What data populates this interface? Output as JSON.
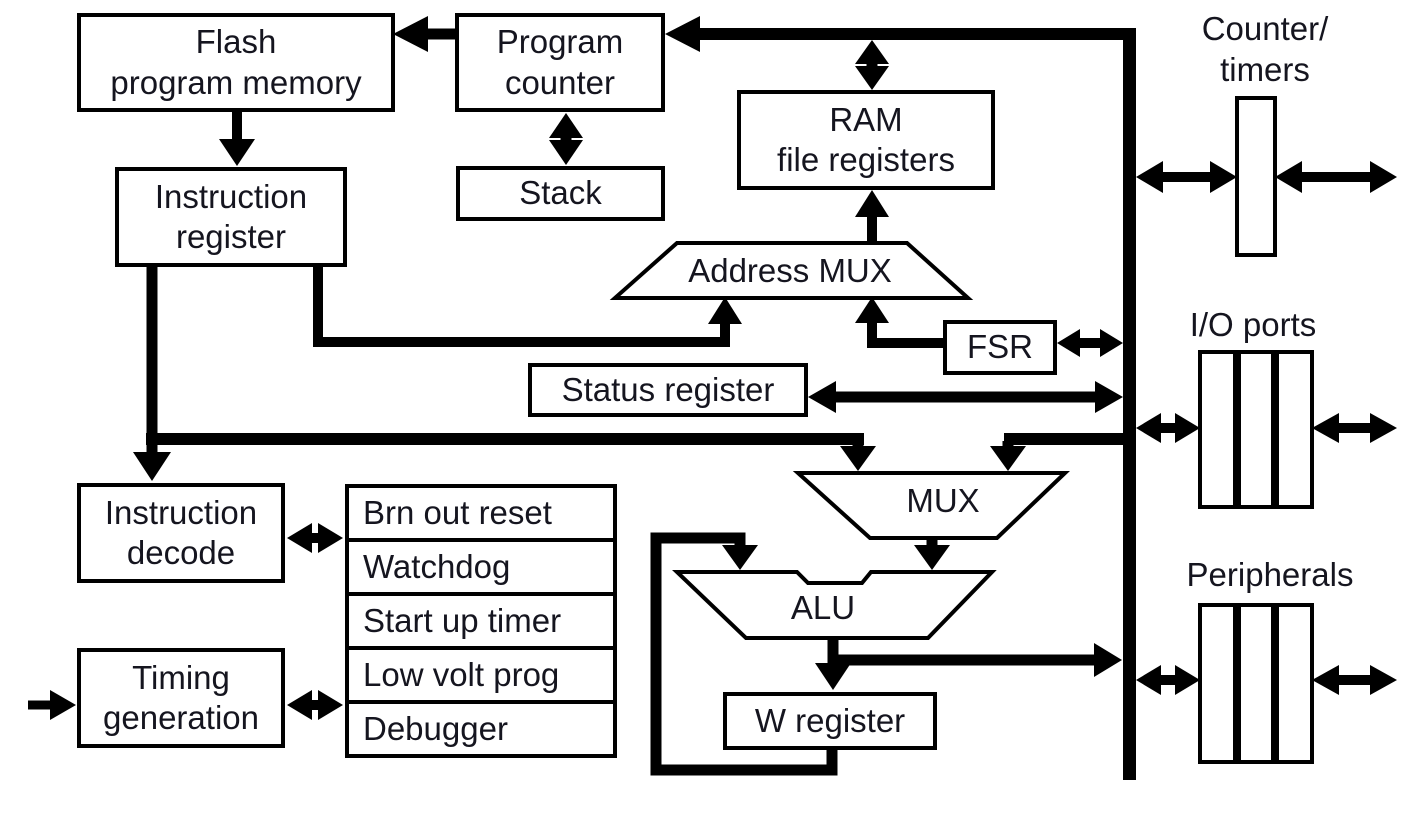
{
  "diagram": {
    "blocks": {
      "flash": "Flash\nprogram memory",
      "program_counter": "Program\ncounter",
      "stack": "Stack",
      "ram": "RAM\nfile registers",
      "instruction_register": "Instruction\nregister",
      "address_mux": "Address MUX",
      "fsr": "FSR",
      "status_register": "Status register",
      "mux": "MUX",
      "alu": "ALU",
      "w_register": "W register",
      "instruction_decode": "Instruction\ndecode",
      "timing_generation": "Timing\ngeneration"
    },
    "support_blocks": [
      "Brn out reset",
      "Watchdog",
      "Start up timer",
      "Low volt prog",
      "Debugger"
    ],
    "bus_devices": {
      "counter_timers": "Counter/\ntimers",
      "io_ports": "I/O ports",
      "peripherals": "Peripherals"
    },
    "colors": {
      "line": "#000000",
      "background": "#ffffff",
      "text": "#15151f"
    }
  }
}
